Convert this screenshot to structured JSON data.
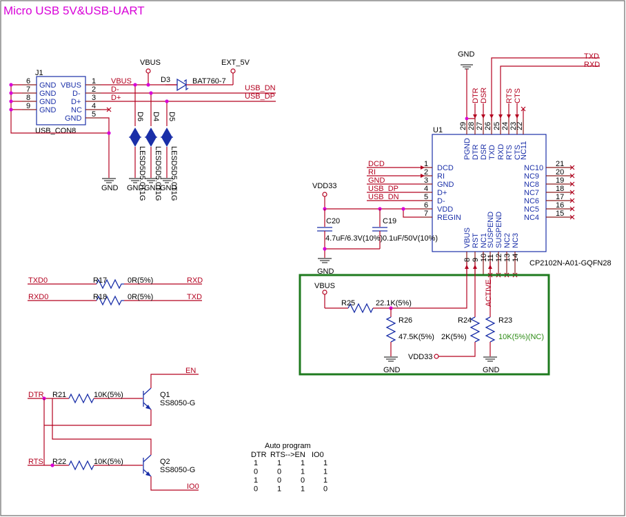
{
  "title": "Micro USB  5V&USB-UART",
  "colors": {
    "wire": "#b3001e",
    "body": "#1a2fa8",
    "junction": "#d800d8",
    "region": "#1e7a1e",
    "nc_value": "#2a8a12"
  },
  "nets": {
    "vbus": "VBUS",
    "ext5v": "EXT_5V",
    "gnd": "GND",
    "vdd33": "VDD33",
    "usb_dn": "USB_DN",
    "usb_dp": "USB_DP",
    "txd": "TXD",
    "rxd": "RXD",
    "txd0": "TXD0",
    "rxd0": "RXD0",
    "dtr": "DTR",
    "rts": "RTS",
    "en": "EN",
    "io0": "IO0",
    "dcd": "DCD",
    "ri": "RI",
    "active": "ACTIVE",
    "minus": "D-",
    "plus": "D+"
  },
  "j1": {
    "ref": "J1",
    "name": "USB_CON8",
    "left_pins": [
      {
        "num": "6",
        "name": "GND"
      },
      {
        "num": "7",
        "name": "GND"
      },
      {
        "num": "8",
        "name": "GND"
      },
      {
        "num": "9",
        "name": "GND"
      }
    ],
    "right_pins": [
      {
        "num": "1",
        "name": "VBUS"
      },
      {
        "num": "2",
        "name": "D-"
      },
      {
        "num": "3",
        "name": "D+"
      },
      {
        "num": "4",
        "name": "NC"
      },
      {
        "num": "5",
        "name": "GND"
      }
    ]
  },
  "d3": {
    "ref": "D3",
    "value": "BAT760-7"
  },
  "tvs": [
    {
      "ref": "D6",
      "value": "LESD5D5.0T1G"
    },
    {
      "ref": "D4",
      "value": "LESD5D5.0T1G"
    },
    {
      "ref": "D5",
      "value": "LESD5D5.0T1G"
    }
  ],
  "u1": {
    "ref": "U1",
    "part": "CP2102N-A01-GQFN28",
    "top_pins": [
      {
        "num": "29",
        "name": "PGND",
        "net": ""
      },
      {
        "num": "28",
        "name": "DTR",
        "net": "DTR"
      },
      {
        "num": "27",
        "name": "DSR",
        "net": "DSR"
      },
      {
        "num": "26",
        "name": "TXD",
        "net": ""
      },
      {
        "num": "25",
        "name": "RXD",
        "net": ""
      },
      {
        "num": "24",
        "name": "RTS",
        "net": "RTS"
      },
      {
        "num": "23",
        "name": "CTS",
        "net": "CTS"
      },
      {
        "num": "22",
        "name": "NC11",
        "net": ""
      }
    ],
    "left_pins": [
      {
        "num": "1",
        "name": "DCD"
      },
      {
        "num": "2",
        "name": "RI"
      },
      {
        "num": "3",
        "name": "GND"
      },
      {
        "num": "4",
        "name": "D+"
      },
      {
        "num": "5",
        "name": "D-"
      },
      {
        "num": "6",
        "name": "VDD"
      },
      {
        "num": "7",
        "name": "REGIN"
      }
    ],
    "right_pins": [
      {
        "num": "21",
        "name": "NC10"
      },
      {
        "num": "20",
        "name": "NC9"
      },
      {
        "num": "19",
        "name": "NC8"
      },
      {
        "num": "18",
        "name": "NC7"
      },
      {
        "num": "17",
        "name": "NC6"
      },
      {
        "num": "16",
        "name": "NC5"
      },
      {
        "num": "15",
        "name": "NC4"
      }
    ],
    "bottom_pins": [
      {
        "num": "8",
        "name": "VBUS"
      },
      {
        "num": "9",
        "name": "RST"
      },
      {
        "num": "10",
        "name": "NC1"
      },
      {
        "num": "11",
        "name": "SUSPEND"
      },
      {
        "num": "12",
        "name": "SUSPEND"
      },
      {
        "num": "13",
        "name": "NC2"
      },
      {
        "num": "14",
        "name": "NC3"
      }
    ]
  },
  "caps": [
    {
      "ref": "C20",
      "value": "4.7uF/6.3V(10%)"
    },
    {
      "ref": "C19",
      "value": "0.1uF/50V(10%)"
    }
  ],
  "resistors": {
    "r17": {
      "ref": "R17",
      "value": "0R(5%)"
    },
    "r18": {
      "ref": "R18",
      "value": "0R(5%)"
    },
    "r25": {
      "ref": "R25",
      "value": "22.1K(5%)"
    },
    "r26": {
      "ref": "R26",
      "value": "47.5K(5%)"
    },
    "r24": {
      "ref": "R24",
      "value": "2K(5%)"
    },
    "r23": {
      "ref": "R23",
      "value": "10K(5%)(NC)"
    },
    "r21": {
      "ref": "R21",
      "value": "10K(5%)"
    },
    "r22": {
      "ref": "R22",
      "value": "10K(5%)"
    }
  },
  "transistors": [
    {
      "ref": "Q1",
      "value": "SS8050-G"
    },
    {
      "ref": "Q2",
      "value": "SS8050-G"
    }
  ],
  "truth_table": {
    "title": "Auto program",
    "header": [
      "DTR",
      "RTS-->EN",
      "IO0"
    ],
    "rows": [
      [
        "1",
        "1",
        "1",
        "1"
      ],
      [
        "0",
        "0",
        "1",
        "1"
      ],
      [
        "1",
        "0",
        "0",
        "1"
      ],
      [
        "0",
        "1",
        "1",
        "0"
      ]
    ]
  }
}
